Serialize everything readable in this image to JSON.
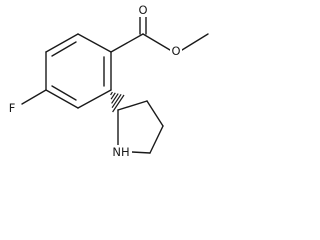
{
  "diagram": {
    "atoms": {
      "carbonyl_oxygen": "O",
      "ester_oxygen": "O",
      "fluorine": "F",
      "pyrrolidine_nitrogen": "NH"
    }
  }
}
